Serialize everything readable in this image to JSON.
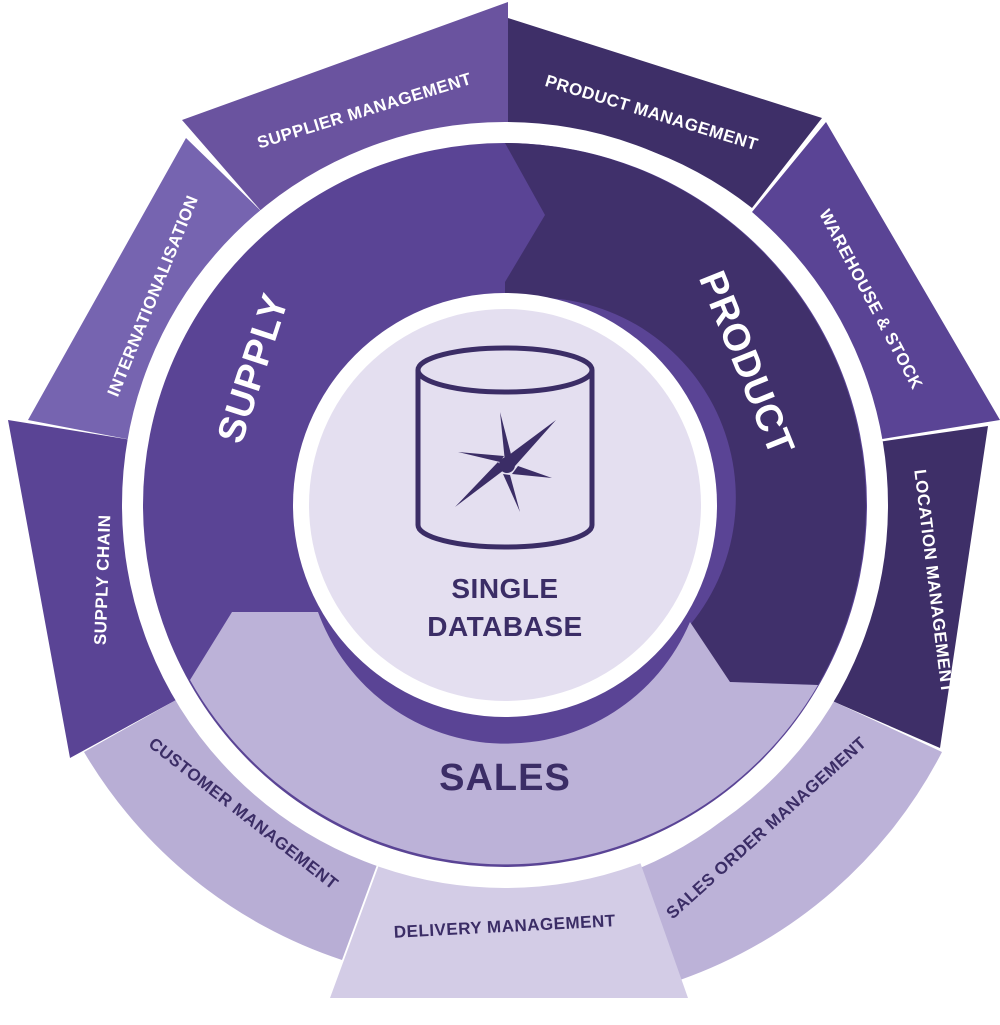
{
  "center": {
    "line1": "SINGLE",
    "line2": "DATABASE",
    "icon": "database-icon"
  },
  "domains": {
    "supply": "SUPPLY",
    "product": "PRODUCT",
    "sales": "SALES"
  },
  "outer": {
    "supplier_management": "SUPPLIER MANAGEMENT",
    "product_management": "PRODUCT MANAGEMENT",
    "warehouse_stock": "WAREHOUSE & STOCK",
    "location_management": "LOCATION MANAGEMENT",
    "sales_order_management": "SALES ORDER MANAGEMENT",
    "delivery_management": "DELIVERY MANAGEMENT",
    "customer_management": "CUSTOMER MANAGEMENT",
    "supply_chain": "SUPPLY CHAIN",
    "internationalisation": "INTERNATIONALISATION"
  },
  "colors": {
    "supply": "#5a4495",
    "product": "#40306b",
    "sales": "#bcb2d8",
    "center": "#e4dff0",
    "center_text": "#3b2d66",
    "label_light": "#ffffff"
  }
}
